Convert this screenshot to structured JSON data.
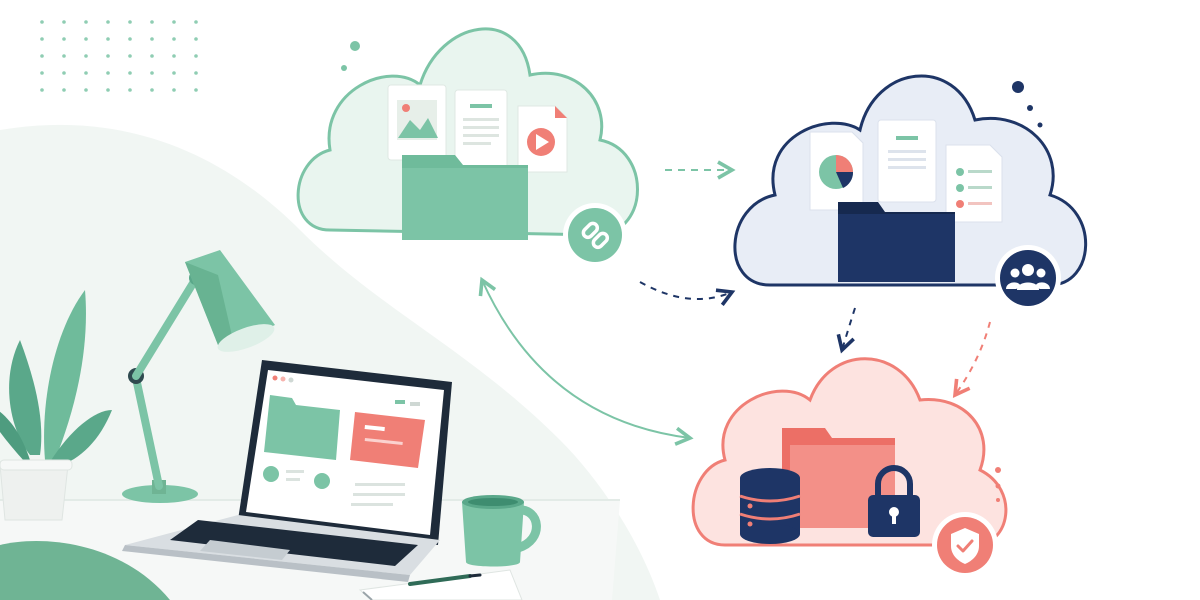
{
  "palette": {
    "green": "#7cc4a6",
    "green_dark": "#5aa88a",
    "navy": "#1e3566",
    "coral": "#f07f76",
    "coral_light": "#fde3e0",
    "bg_wave": "#f0f5f2"
  },
  "clouds": [
    {
      "name": "file-sharing-cloud",
      "theme": "green",
      "badge_icon": "link-icon"
    },
    {
      "name": "collaboration-cloud",
      "theme": "navy",
      "badge_icon": "users-icon"
    },
    {
      "name": "secure-storage-cloud",
      "theme": "coral",
      "badge_icon": "shield-check-icon"
    }
  ],
  "workspace_icons": [
    "plant-icon",
    "desk-lamp-icon",
    "laptop-icon",
    "mug-icon",
    "notebook-icon",
    "pen-icon"
  ]
}
